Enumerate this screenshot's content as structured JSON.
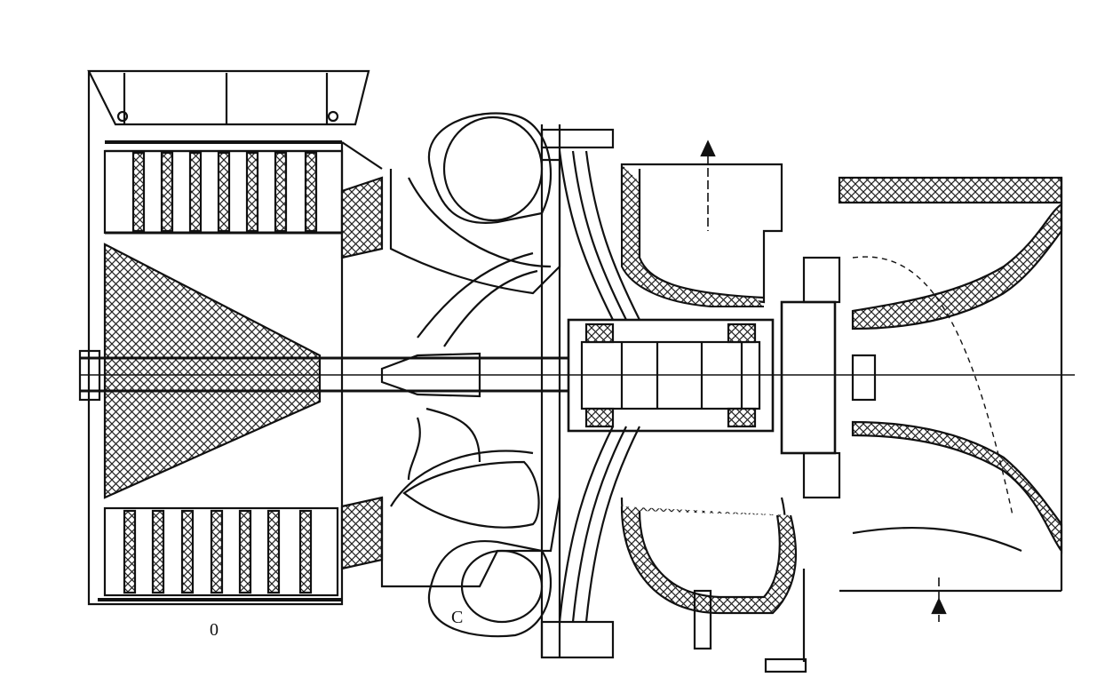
{
  "figure": {
    "callouts": [
      {
        "id": "a",
        "text": "0"
      },
      {
        "id": "b",
        "text": "C"
      }
    ],
    "colors": {
      "line": "#111111",
      "hatch": "#222222",
      "background": "#ffffff"
    }
  }
}
